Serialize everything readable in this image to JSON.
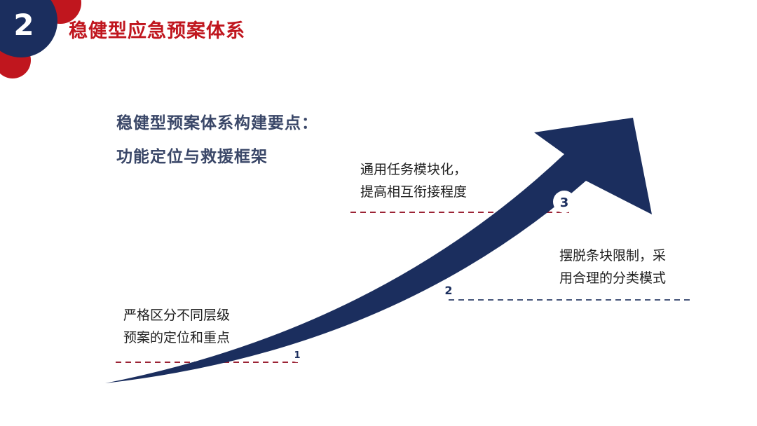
{
  "section": {
    "number": "2",
    "title": "稳健型应急预案体系"
  },
  "headline": {
    "line1": "稳健型预案体系构建要点：",
    "line2": "功能定位与救援框架"
  },
  "steps": [
    {
      "number": "1",
      "line1": "严格区分不同层级",
      "line2": "预案的定位和重点"
    },
    {
      "number": "2",
      "line1": "摆脱条块限制，采",
      "line2": "用合理的分类模式"
    },
    {
      "number": "3",
      "line1": "通用任务模块化，",
      "line2": "提高相互衔接程度"
    }
  ],
  "colors": {
    "navy": "#1b2e5e",
    "red": "#c0161e",
    "headline": "#3a4768",
    "dash_red": "#9b2335",
    "dash_blue": "#46557a"
  }
}
